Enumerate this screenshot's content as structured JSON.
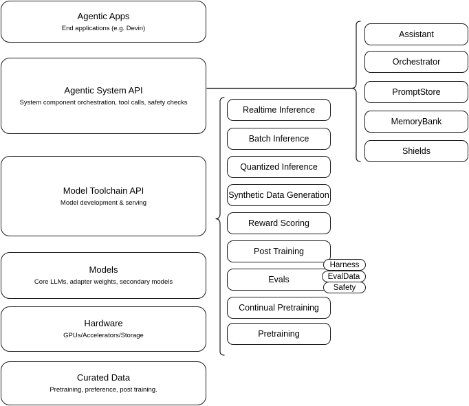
{
  "diagram": {
    "type": "layered-architecture-diagram",
    "background": "#ffffff",
    "stroke_color": "#1a1a1a"
  },
  "stack": {
    "layers": [
      {
        "id": "agentic-apps",
        "title": "Agentic Apps",
        "subtitle": "End applications (e.g. Devin)"
      },
      {
        "id": "agentic-system-api",
        "title": "Agentic System API",
        "subtitle": "System component orchestration, tool calls, safety checks"
      },
      {
        "id": "model-toolchain-api",
        "title": "Model Toolchain API",
        "subtitle": "Model development & serving"
      },
      {
        "id": "models",
        "title": "Models",
        "subtitle": "Core LLMs, adapter weights, secondary models"
      },
      {
        "id": "hardware",
        "title": "Hardware",
        "subtitle": "GPUs/Accelerators/Storage"
      },
      {
        "id": "curated-data",
        "title": "Curated Data",
        "subtitle": "Pretraining, preference, post training."
      }
    ]
  },
  "toolchain_capabilities": {
    "parent": "Model Toolchain API",
    "items": [
      {
        "id": "realtime-inference",
        "label": "Realtime Inference"
      },
      {
        "id": "batch-inference",
        "label": "Batch Inference"
      },
      {
        "id": "quantized-inference",
        "label": "Quantized Inference"
      },
      {
        "id": "synthetic-data-generation",
        "label": "Synthetic Data Generation"
      },
      {
        "id": "reward-scoring",
        "label": "Reward Scoring"
      },
      {
        "id": "post-training",
        "label": "Post Training"
      },
      {
        "id": "evals",
        "label": "Evals"
      },
      {
        "id": "continual-pretraining",
        "label": "Continual Pretraining"
      },
      {
        "id": "pretraining",
        "label": "Pretraining"
      }
    ]
  },
  "evals_annotations": {
    "parent": "Evals",
    "items": [
      {
        "id": "harness",
        "label": "Harness"
      },
      {
        "id": "evaldata",
        "label": "EvalData"
      },
      {
        "id": "safety",
        "label": "Safety"
      }
    ]
  },
  "system_components": {
    "parent": "Agentic System API",
    "items": [
      {
        "id": "assistant",
        "label": "Assistant"
      },
      {
        "id": "orchestrator",
        "label": "Orchestrator"
      },
      {
        "id": "promptstore",
        "label": "PromptStore"
      },
      {
        "id": "memorybank",
        "label": "MemoryBank"
      },
      {
        "id": "shields",
        "label": "Shields"
      }
    ]
  }
}
